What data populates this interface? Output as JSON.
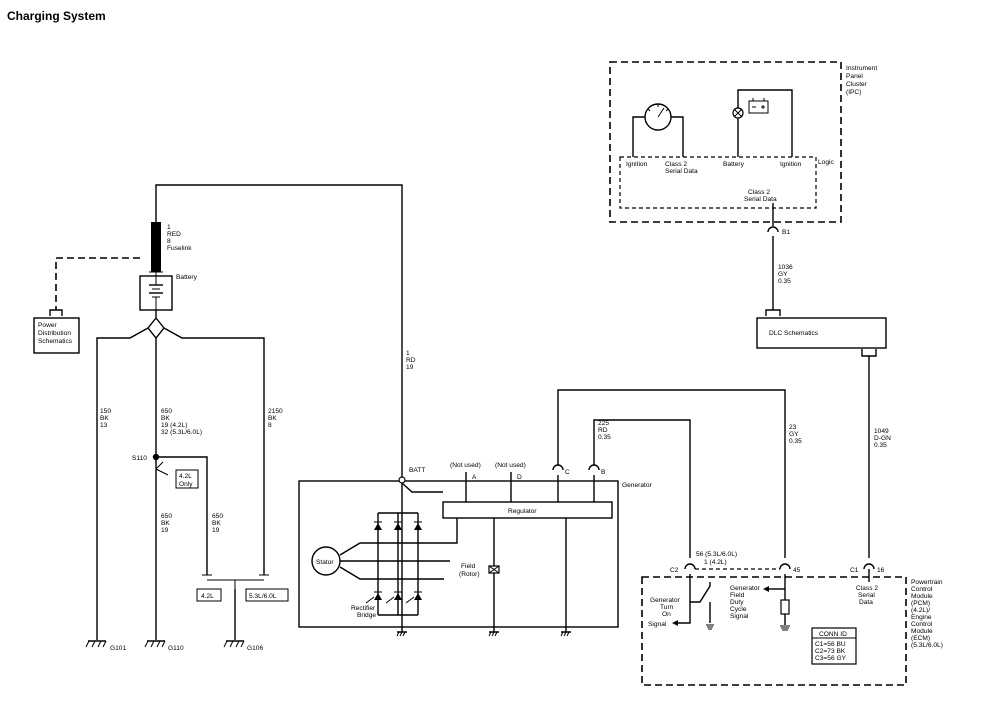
{
  "title": "Charging System",
  "ipc": {
    "name": [
      "Instrument",
      "Panel",
      "Cluster",
      "(IPC)"
    ],
    "logic": "Logic",
    "ign1": "Ignition",
    "class2": [
      "Class 2",
      "Serial Data"
    ],
    "battery": "Battery",
    "ign2": "Ignition",
    "bottom_class2": [
      "Class 2",
      "Serial Data"
    ],
    "connector": "B1"
  },
  "wires": {
    "fuselink": [
      "1",
      "RED",
      "8",
      "Fuselink"
    ],
    "battery_label": "Battery",
    "main_rd": [
      "1",
      "RD",
      "19"
    ],
    "w150": [
      "150",
      "BK",
      "13"
    ],
    "w650": [
      "650",
      "BK",
      "19 (4.2L)",
      "32 (5.3L/6.0L)"
    ],
    "w2150": [
      "2150",
      "BK",
      "8"
    ],
    "w650b": [
      "650",
      "BK",
      "19"
    ],
    "w650c": [
      "650",
      "BK",
      "19"
    ],
    "w1036": [
      "1036",
      "GY",
      "0.35"
    ],
    "w225": [
      "225",
      "RD",
      "0.35"
    ],
    "w23": [
      "23",
      "GY",
      "0.35"
    ],
    "w1049": [
      "1049",
      "D-GN",
      "0.35"
    ],
    "w56": [
      "56 (5.3L/6.0L)",
      "1 (4.2L)"
    ]
  },
  "labels": {
    "pds": [
      "Power",
      "Distribution",
      "Schematics"
    ],
    "s110": "S110",
    "only42": [
      "4.2L",
      "Only"
    ],
    "opt42": "4.2L",
    "opt53": "5.3L/6.0L",
    "g101": "G101",
    "g110": "G110",
    "g106": "G106",
    "dlc": "DLC Schematics",
    "batt": "BATT",
    "not_used_a": "(Not used)",
    "not_used_d": "(Not used)",
    "pin_a": "A",
    "pin_d": "D",
    "pin_c": "C",
    "pin_b": "B",
    "generator": "Generator",
    "regulator": "Regulator",
    "stator": "Stator",
    "field": [
      "Field",
      "(Rotor)"
    ],
    "rectifier": [
      "Rectifier",
      "Bridge"
    ]
  },
  "pcm": {
    "name": [
      "Powertrain",
      "Control",
      "Module",
      "(PCM)",
      "(4.2L)/",
      "Engine",
      "Control",
      "Module",
      "(ECM)",
      "(5.3L/6.0L)"
    ],
    "c2": "C2",
    "pin45": "45",
    "c1": "C1",
    "pin16": "16",
    "class2": [
      "Class 2",
      "Serial",
      "Data"
    ],
    "turn_on": [
      "Generator",
      "Turn",
      "On",
      "Signal"
    ],
    "field_duty": [
      "Generator",
      "Field",
      "Duty",
      "Cycle",
      "Signal"
    ],
    "conn_id_title": "CONN ID",
    "conn_ids": [
      "C1=56 BU",
      "C2=73 BK",
      "C3=56 GY"
    ]
  }
}
